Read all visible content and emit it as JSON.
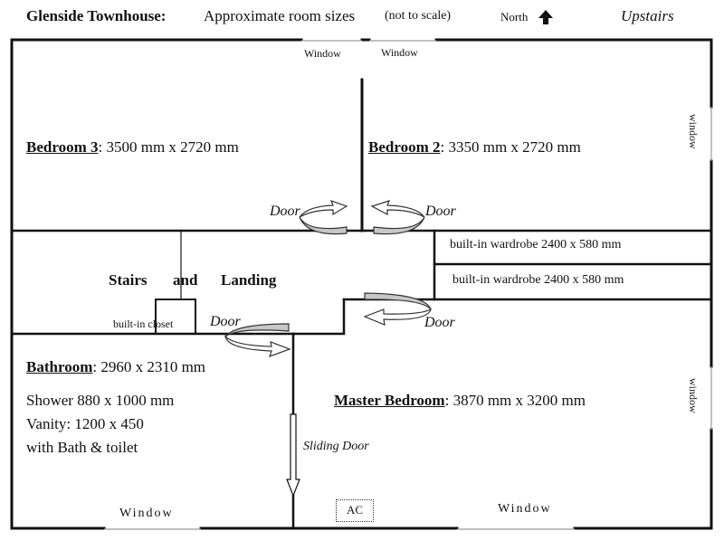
{
  "header": {
    "title": "Glenside Townhouse:",
    "subtitle": "Approximate room sizes",
    "subtitle_note": "(not to scale)",
    "north_label": "North",
    "north_icon": "arrow-up-icon",
    "level": "Upstairs"
  },
  "windows": {
    "bedroom3_top": "Window",
    "bedroom2_top": "Window",
    "bedroom2_east": "window",
    "master_east": "window",
    "bathroom_south": "Window",
    "master_south": "Window"
  },
  "rooms": {
    "bedroom3": {
      "name": "Bedroom 3",
      "size": ": 3500 mm x 2720 mm"
    },
    "bedroom2": {
      "name": "Bedroom 2",
      "size": ": 3350 mm x 2720 mm"
    },
    "landing": {
      "word1": "Stairs",
      "word2": "and",
      "word3": "Landing"
    },
    "closet": "built-in closet",
    "wardrobe1": "built-in wardrobe 2400 x 580 mm",
    "wardrobe2": "built-in wardrobe 2400 x 580 mm",
    "bathroom": {
      "name": "Bathroom",
      "size": ": 2960 x 2310 mm",
      "details": [
        "Shower 880 x 1000 mm",
        "Vanity: 1200 x 450",
        "with Bath & toilet"
      ]
    },
    "master": {
      "name": "Master Bedroom",
      "size": ": 3870 mm x 3200 mm"
    }
  },
  "doors": {
    "bedroom3": "Door",
    "bedroom2": "Door",
    "bathroom": "Door",
    "master": "Door",
    "sliding": "Sliding Door"
  },
  "ac_label": "AC",
  "colors": {
    "wall": "#111111",
    "door_swing": "#c8c8c8",
    "window": "#9a9a9a"
  }
}
